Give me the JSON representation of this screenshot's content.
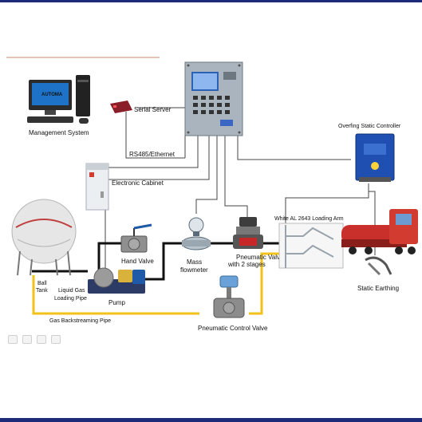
{
  "labels": {
    "management_system": "Management System",
    "serial_server": "Serial Server",
    "rs485": "RS485/Ethernet",
    "electronic_cabinet": "Electronic Cabinet",
    "overflow_controller": "Overfing Static Controller",
    "white_arm": "White AL 2643 Loading Arm",
    "hand_valve": "Hand Valve",
    "mass_flowmeter_1": "Mass",
    "mass_flowmeter_2": "flowmeter",
    "pneumatic_valve_1": "Pneumatic Valve",
    "pneumatic_valve_2": "with 2 stages",
    "ball_tank_1": "Ball",
    "ball_tank_2": "Tank",
    "liquid_gas_1": "Liquid Gas",
    "liquid_gas_2": "Loading Pipe",
    "pump": "Pump",
    "gas_backstreaming": "Gas Backstreaming Pipe",
    "pneumatic_control_valve": "Pneumatic Control Valve",
    "static_earthing": "Static Earthing",
    "monitor_brand": "AUTOMA"
  },
  "colors": {
    "frame": "#1c2a7a",
    "pipe_black": "#111111",
    "pipe_yellow": "#f2c21a",
    "signal_line": "#444444"
  },
  "icons": [
    "computer-icon",
    "serial-server-icon",
    "control-panel-icon",
    "cabinet-icon",
    "controller-box-icon",
    "ball-tank-icon",
    "pump-icon",
    "hand-valve-icon",
    "flowmeter-icon",
    "pneumatic-valve-icon",
    "loading-arm-icon",
    "tanker-truck-icon",
    "earthing-clamp-icon",
    "control-valve-icon"
  ]
}
